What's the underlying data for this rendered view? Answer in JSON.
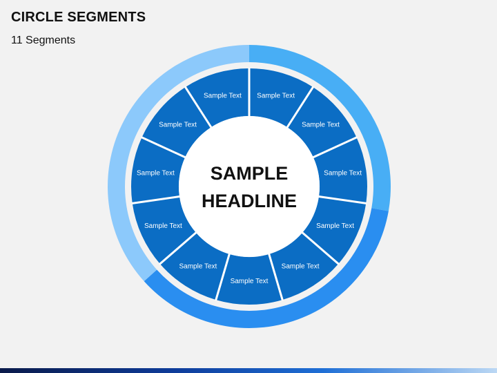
{
  "slide": {
    "title": "CIRCLE SEGMENTS",
    "subtitle": "11 Segments"
  },
  "diagram": {
    "headline": [
      "SAMPLE",
      "HEADLINE"
    ],
    "segments": [
      "Sample Text",
      "Sample Text",
      "Sample Text",
      "Sample Text",
      "Sample Text",
      "Sample Text",
      "Sample Text",
      "Sample Text",
      "Sample Text",
      "Sample Text",
      "Sample Text"
    ],
    "colors": {
      "background": "#f2f2f2",
      "segment_fill": "#0b6dc4",
      "segment_separator": "#ffffff",
      "center_fill": "#ffffff",
      "headline_text": "#111111",
      "segment_text": "#ffffff",
      "outer_ring": [
        "#48aef5",
        "#2a8ef0",
        "#8cc9fb"
      ]
    }
  }
}
